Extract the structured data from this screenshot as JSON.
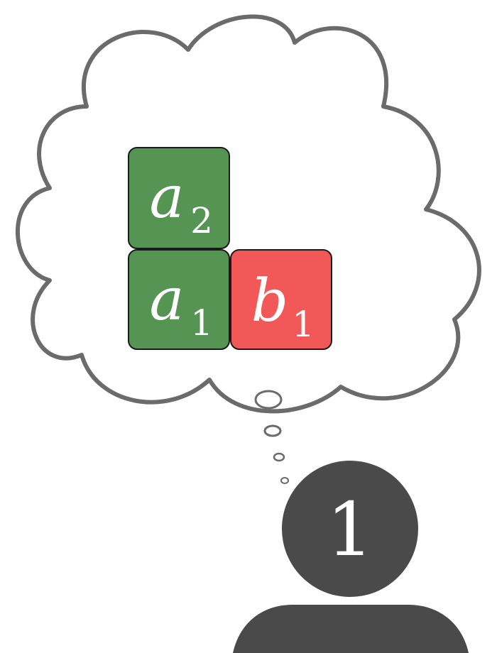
{
  "colors": {
    "background": "#ffffff",
    "cloud_stroke": "#6b6b6b",
    "block_green": "#559452",
    "block_red": "#f25858",
    "block_border": "#1a1a1a",
    "agent": "#4a4a4a",
    "label_text": "#ffffff"
  },
  "blocks": {
    "a2": {
      "letter": "a",
      "subscript": "2",
      "color_key": "block_green"
    },
    "a1": {
      "letter": "a",
      "subscript": "1",
      "color_key": "block_green"
    },
    "b1": {
      "letter": "b",
      "subscript": "1",
      "color_key": "block_red"
    }
  },
  "agent": {
    "number": "1"
  }
}
